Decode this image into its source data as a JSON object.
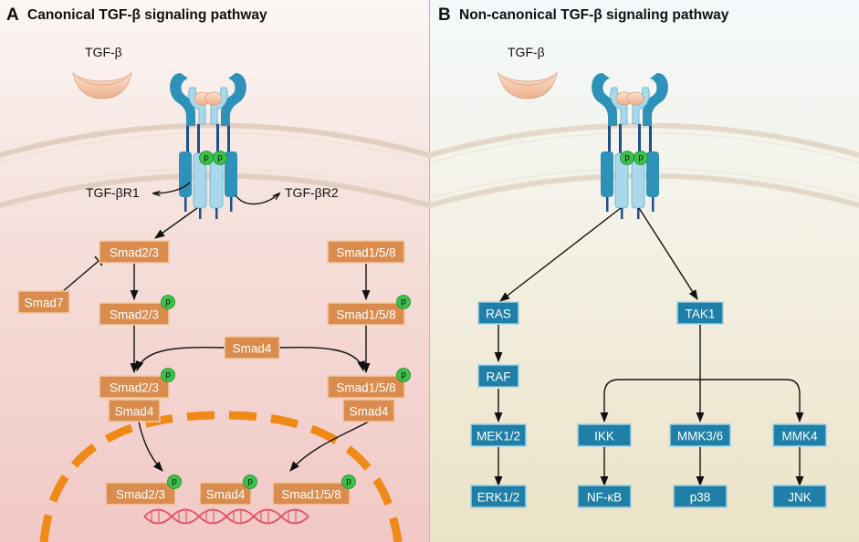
{
  "panel_a": {
    "letter": "A",
    "title": "Canonical TGF-β signaling pathway",
    "ligand": "TGF-β",
    "receptor_1": "TGF-βR1",
    "receptor_2": "TGF-βR2",
    "phospho": "p",
    "nodes": {
      "smad23_top": "Smad2/3",
      "smad158_top": "Smad1/5/8",
      "smad7": "Smad7",
      "smad23_p": "Smad2/3",
      "smad158_p": "Smad1/5/8",
      "smad4_mid": "Smad4",
      "smad23_complex": "Smad2/3",
      "smad4_left": "Smad4",
      "smad158_complex": "Smad1/5/8",
      "smad4_right": "Smad4",
      "nuc_smad23": "Smad2/3",
      "nuc_smad4": "Smad4",
      "nuc_smad158": "Smad1/5/8"
    }
  },
  "panel_b": {
    "letter": "B",
    "title": "Non-canonical TGF-β signaling pathway",
    "ligand": "TGF-β",
    "phospho": "p",
    "nodes": {
      "ras": "RAS",
      "raf": "RAF",
      "mek": "MEK1/2",
      "erk": "ERK1/2",
      "tak1": "TAK1",
      "ikk": "IKK",
      "nfkb": "NF-κB",
      "mmk36": "MMK3/6",
      "p38": "p38",
      "mmk4": "MMK4",
      "jnk": "JNK"
    }
  },
  "colors": {
    "smad_box": "#d98c4e",
    "smad_box_border": "#f3c9a3",
    "kinase_box": "#1f7fa6",
    "kinase_box_border": "#9fd2e6",
    "phospho": "#3bc24a",
    "nucleus": "#ef8a17",
    "membrane": "#ead9cc",
    "receptor_dark": "#2e92b8",
    "receptor_light": "#a9d8ea",
    "ligand": "#f6c8a8"
  }
}
